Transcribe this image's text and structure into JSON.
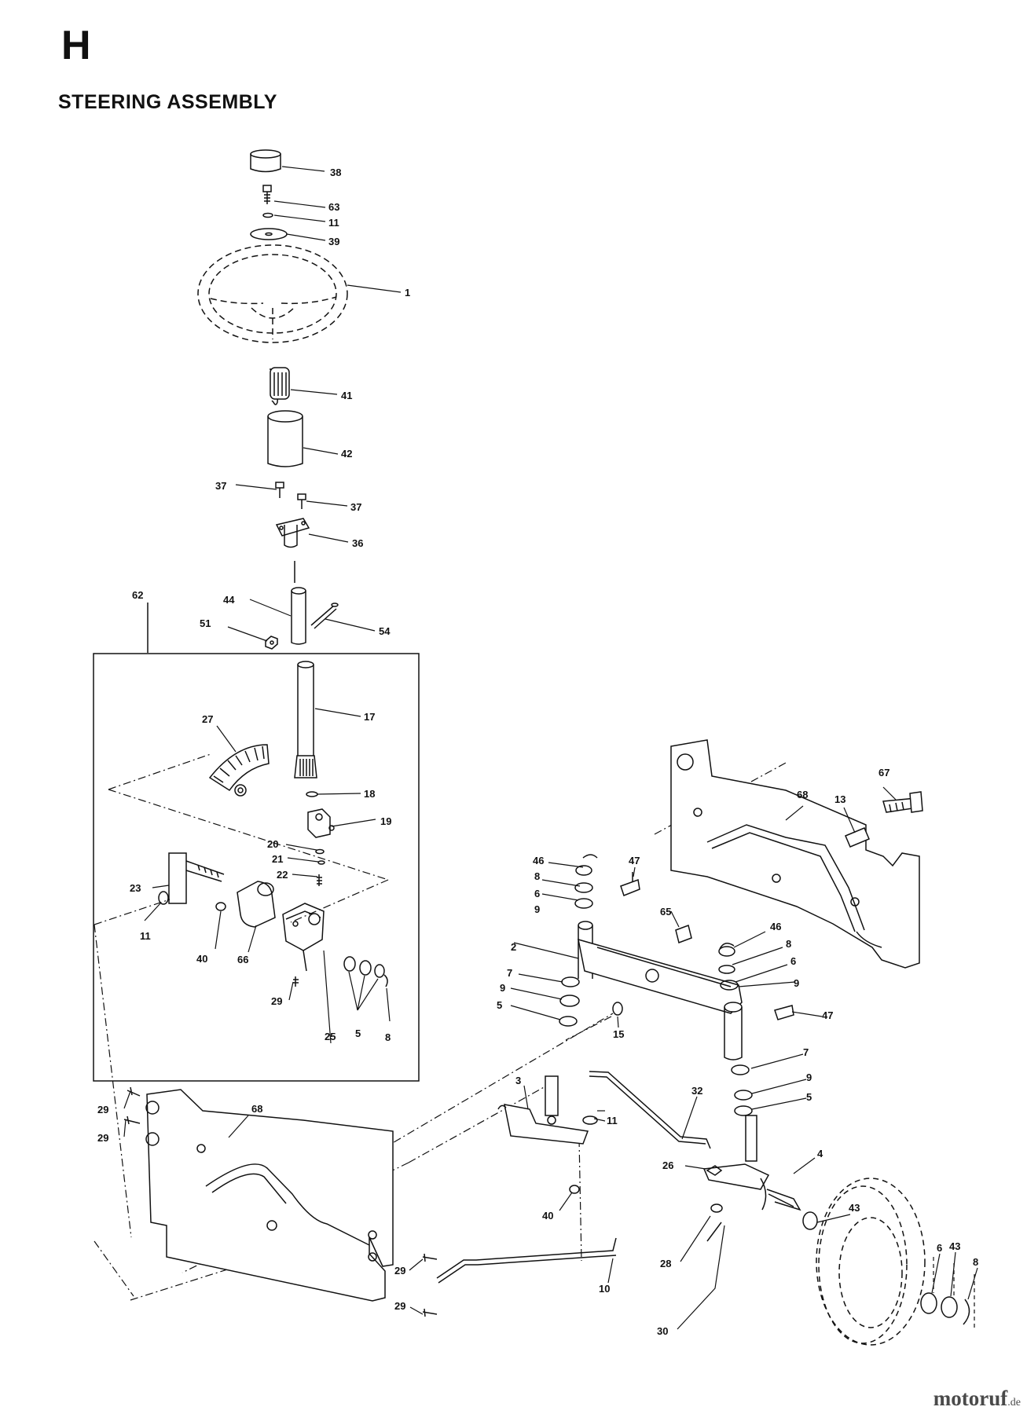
{
  "header": {
    "section_letter": "H",
    "title": "STEERING ASSEMBLY"
  },
  "callouts": {
    "c38": "38",
    "c63": "63",
    "c11_top": "11",
    "c39": "39",
    "c1": "1",
    "c41": "41",
    "c42": "42",
    "c37_left": "37",
    "c37_right": "37",
    "c36": "36",
    "c62": "62",
    "c44": "44",
    "c51": "51",
    "c54": "54",
    "c17": "17",
    "c27": "27",
    "c18": "18",
    "c19": "19",
    "c20": "20",
    "c21": "21",
    "c22": "22",
    "c23": "23",
    "c11_box": "11",
    "c40_box": "40",
    "c66": "66",
    "c29_box": "29",
    "c25": "25",
    "c5_box": "5",
    "c8_box": "8",
    "c29_a": "29",
    "c29_b": "29",
    "c68_left": "68",
    "c29_c": "29",
    "c29_d": "29",
    "c10": "10",
    "c40_mid": "40",
    "c11_mid": "11",
    "c3": "3",
    "c32": "32",
    "c26": "26",
    "c28": "28",
    "c30": "30",
    "c4": "4",
    "c43_a": "43",
    "c6_wheel": "6",
    "c43_b": "43",
    "c8_wheel": "8",
    "c15": "15",
    "c46_left": "46",
    "c8_left": "8",
    "c6_left": "6",
    "c9_left_a": "9",
    "c2": "2",
    "c7_left": "7",
    "c9_left_b": "9",
    "c5_left": "5",
    "c47_left": "47",
    "c65": "65",
    "c46_right": "46",
    "c8_right": "8",
    "c6_right": "6",
    "c9_right_a": "9",
    "c47_right": "47",
    "c7_right": "7",
    "c9_right_b": "9",
    "c5_right": "5",
    "c67": "67",
    "c68_right": "68",
    "c13": "13"
  },
  "watermark": {
    "brand": "motoruf",
    "tld": ".de"
  }
}
